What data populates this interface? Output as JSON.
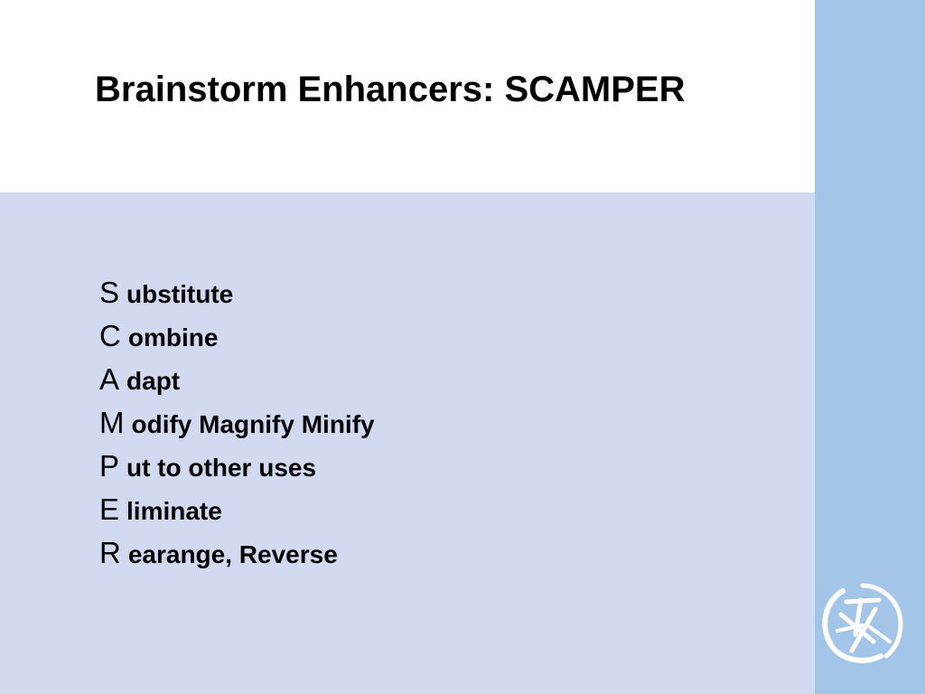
{
  "slide": {
    "title": "Brainstorm Enhancers: SCAMPER",
    "items": [
      {
        "letter": "S",
        "rest": "ubstitute"
      },
      {
        "letter": "C",
        "rest": "ombine"
      },
      {
        "letter": "A",
        "rest": "dapt"
      },
      {
        "letter": "M",
        "rest": "odify Magnify Minify"
      },
      {
        "letter": "P",
        "rest": "ut to other uses"
      },
      {
        "letter": "E",
        "rest": "liminate"
      },
      {
        "letter": "R",
        "rest": "earange, Reverse"
      }
    ]
  },
  "colors": {
    "content_bg": "#d1daf1",
    "side_bar": "#a3c6e8",
    "logo_stroke": "#ffffff",
    "text": "#000000"
  },
  "icons": {
    "logo": "circular-brush-logo-icon"
  }
}
